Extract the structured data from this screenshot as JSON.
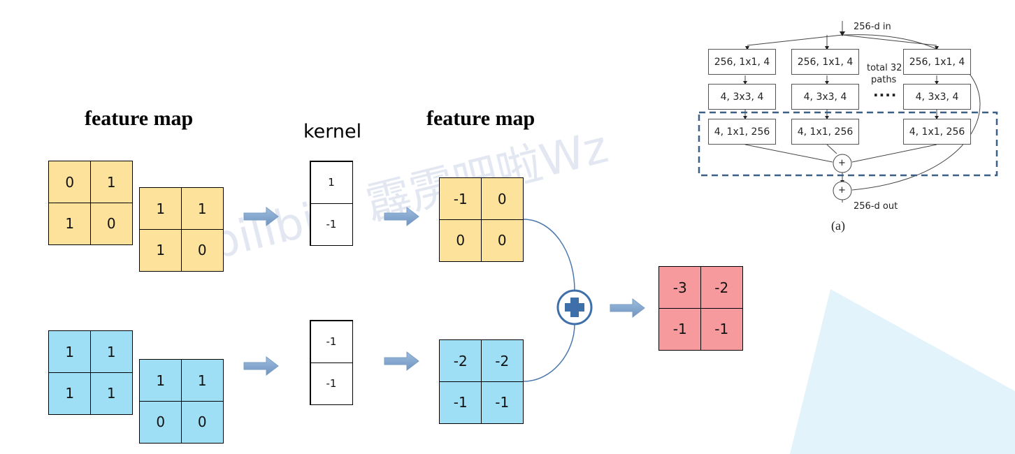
{
  "headings": {
    "input_feature_map": "feature map",
    "kernel": "kernel",
    "output_feature_map": "feature map"
  },
  "inputs": {
    "yellow_front": [
      "0",
      "1",
      "1",
      "0"
    ],
    "yellow_back": [
      "1",
      "1",
      "1",
      "0"
    ],
    "blue_front": [
      "1",
      "1",
      "1",
      "1"
    ],
    "blue_back": [
      "1",
      "1",
      "0",
      "0"
    ]
  },
  "kernels": {
    "top": [
      "1",
      "-1"
    ],
    "bottom": [
      "-1",
      "-1"
    ]
  },
  "outputs": {
    "yellow": [
      "-1",
      "0",
      "0",
      "0"
    ],
    "blue": [
      "-2",
      "-2",
      "-1",
      "-1"
    ],
    "sum": [
      "-3",
      "-2",
      "-1",
      "-1"
    ]
  },
  "colors": {
    "yellow": "#fce29a",
    "blue": "#9edff6",
    "red": "#f69a9d",
    "arrow": "#7fa3cc",
    "plus": "#3f6fa9",
    "dashed": "#3b5f85"
  },
  "watermark": "bilibili: 霹雳吧啦Wz",
  "resnext_diagram": {
    "input_label": "256-d in",
    "output_label": "256-d out",
    "paths_note_line1": "total 32",
    "paths_note_line2": "paths",
    "ellipsis": "····",
    "caption": "(a)",
    "row1": [
      "256, 1x1, 4",
      "256, 1x1, 4",
      "256, 1x1, 4"
    ],
    "row2": [
      "4, 3x3, 4",
      "4, 3x3, 4",
      "4, 3x3, 4"
    ],
    "row3": [
      "4, 1x1, 256",
      "4, 1x1, 256",
      "4, 1x1, 256"
    ],
    "plus": "+"
  }
}
